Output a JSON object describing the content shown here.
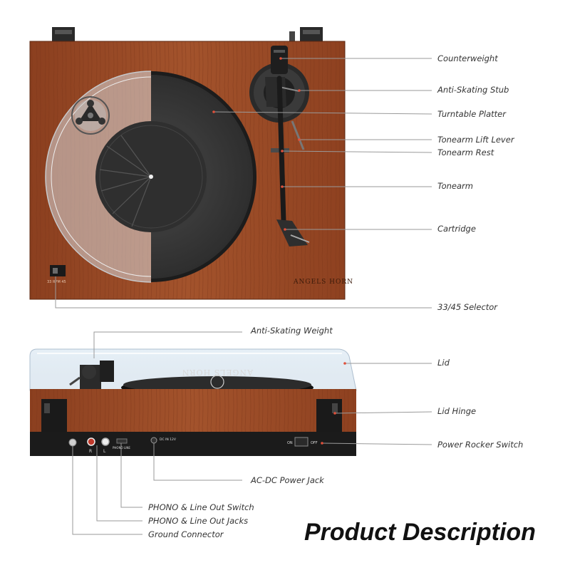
{
  "title": "Product Description",
  "brand": "ANGELS HORN",
  "selector_marks": "33 RPM 45",
  "jack_labels": {
    "r": "R",
    "l": "L",
    "phono_line": "PHONO LINE",
    "dc_in": "DC IN 12V",
    "on": "ON",
    "off": "OFF"
  },
  "callouts": [
    {
      "id": "counterweight",
      "label": "Counterweight"
    },
    {
      "id": "anti-skating-stub",
      "label": "Anti-Skating Stub"
    },
    {
      "id": "turntable-platter",
      "label": "Turntable Platter"
    },
    {
      "id": "tonearm-lift-lever",
      "label": "Tonearm Lift Lever"
    },
    {
      "id": "tonearm-rest",
      "label": "Tonearm Rest"
    },
    {
      "id": "tonearm",
      "label": "Tonearm"
    },
    {
      "id": "cartridge",
      "label": "Cartridge"
    },
    {
      "id": "selector",
      "label": "33/45 Selector"
    },
    {
      "id": "anti-skating-weight",
      "label": "Anti-Skating Weight"
    },
    {
      "id": "lid",
      "label": "Lid"
    },
    {
      "id": "lid-hinge",
      "label": "Lid Hinge"
    },
    {
      "id": "power-rocker-switch",
      "label": "Power Rocker Switch"
    },
    {
      "id": "ac-dc-power-jack",
      "label": "AC-DC Power Jack"
    },
    {
      "id": "phono-line-switch",
      "label": "PHONO & Line Out Switch"
    },
    {
      "id": "phono-line-jacks",
      "label": "PHONO & Line Out Jacks"
    },
    {
      "id": "ground-connector",
      "label": "Ground Connector"
    }
  ],
  "colors": {
    "wood": "#9a4a26",
    "wood_dark": "#6e2f16",
    "platter_mat": "#3c3c3c",
    "callout_line": "#9a9a9a",
    "dot": "#e0503a"
  }
}
